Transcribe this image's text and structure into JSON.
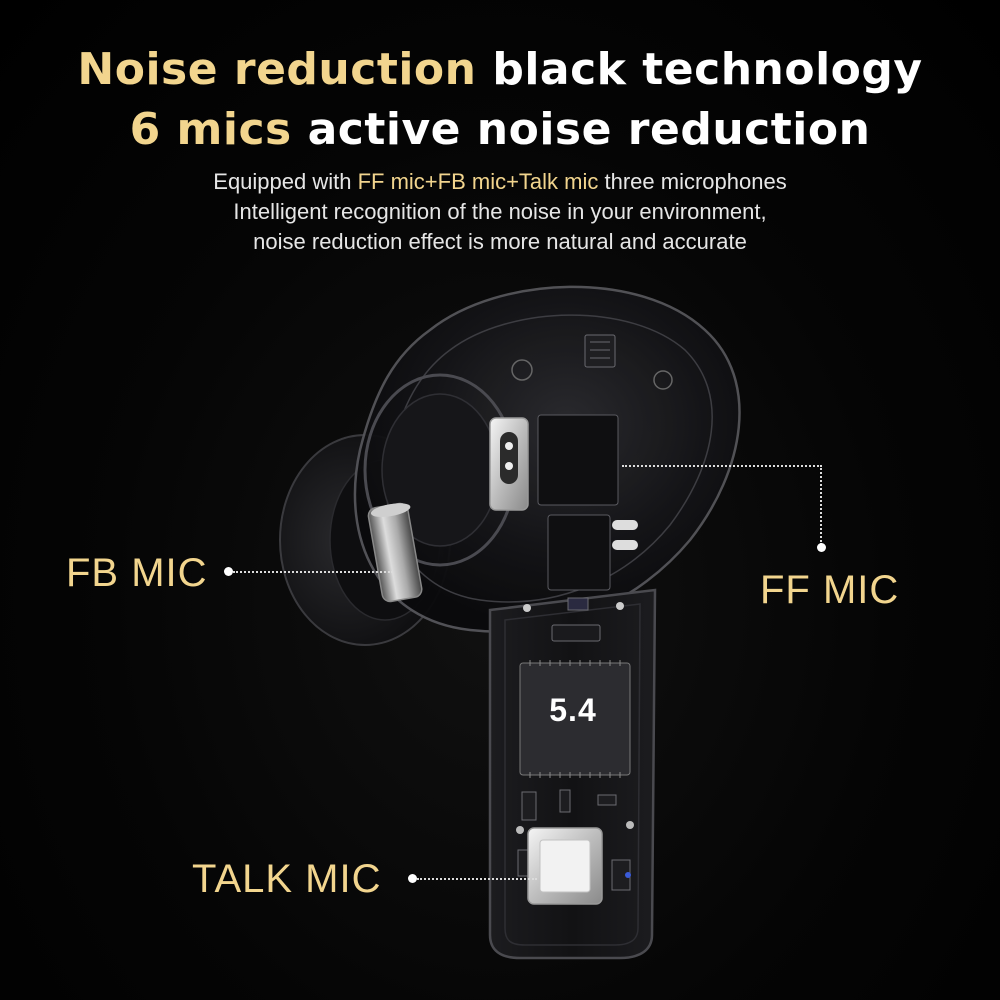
{
  "headline": {
    "line1_gold": "Noise reduction",
    "line1_white": "black technology",
    "line2_gold": "6 mics",
    "line2_white": "active noise reduction"
  },
  "subtitle": {
    "line1_pre": "Equipped with ",
    "line1_highlight": "FF mic+FB mic+Talk mic",
    "line1_post": " three microphones",
    "line2": "Intelligent recognition of the noise in your environment,",
    "line3": "noise reduction effect is more natural and accurate"
  },
  "callouts": {
    "fb_mic": "FB MIC",
    "ff_mic": "FF MIC",
    "talk_mic": "TALK MIC"
  },
  "chip": {
    "label": "5.4"
  },
  "colors": {
    "accent_gold": "#f2d58e",
    "text_white": "#ffffff",
    "background": "#000000"
  }
}
